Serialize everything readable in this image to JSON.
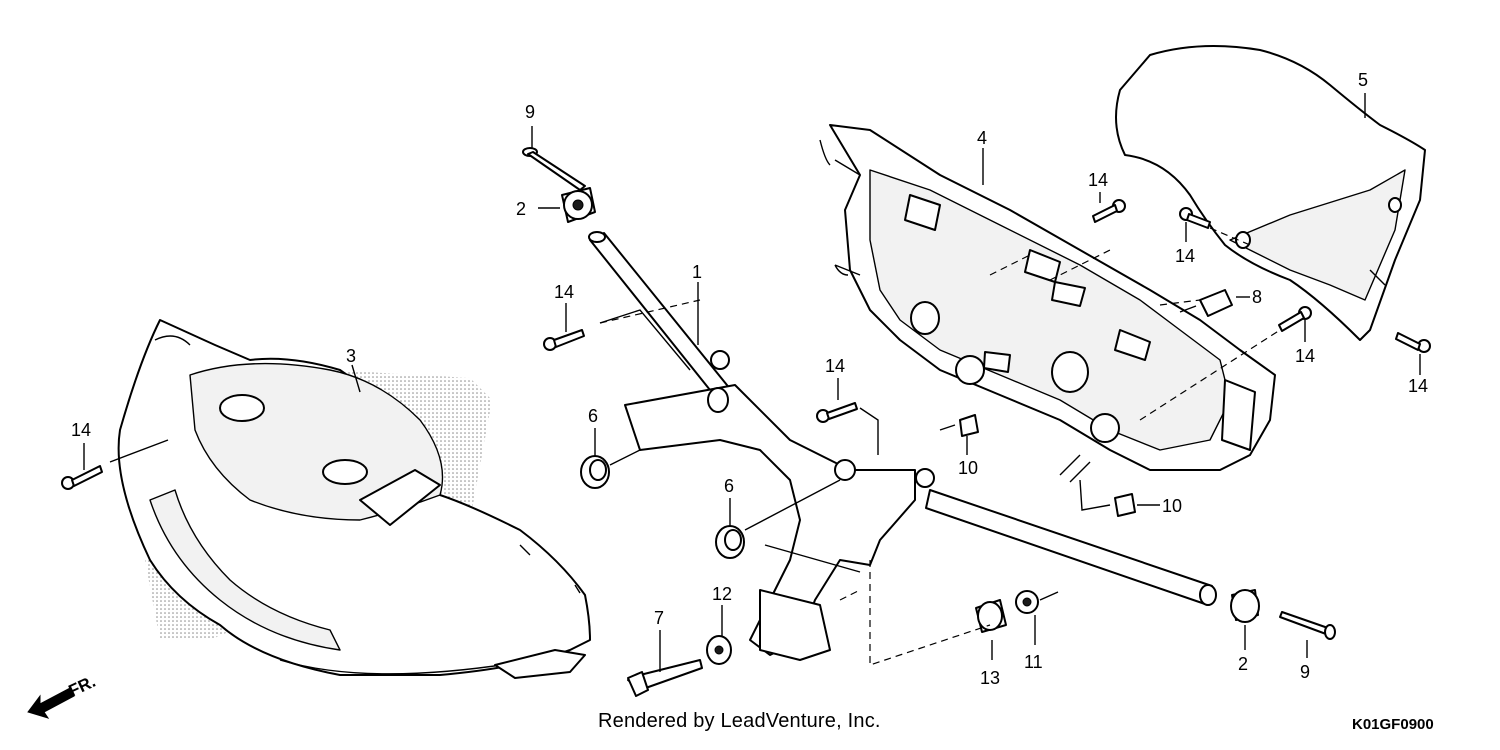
{
  "diagram": {
    "credit": "Rendered by LeadVenture, Inc.",
    "code": "K01GF0900",
    "direction_label": "FR.",
    "callouts": [
      "1",
      "2",
      "2",
      "3",
      "4",
      "5",
      "6",
      "6",
      "7",
      "8",
      "9",
      "9",
      "10",
      "10",
      "11",
      "12",
      "13",
      "14",
      "14",
      "14",
      "14",
      "14",
      "14",
      "14"
    ],
    "colors": {
      "ink": "#000000",
      "paper": "#ffffff",
      "shade": "#d9d9d9"
    },
    "icons": [
      "fr-arrow-icon"
    ]
  }
}
